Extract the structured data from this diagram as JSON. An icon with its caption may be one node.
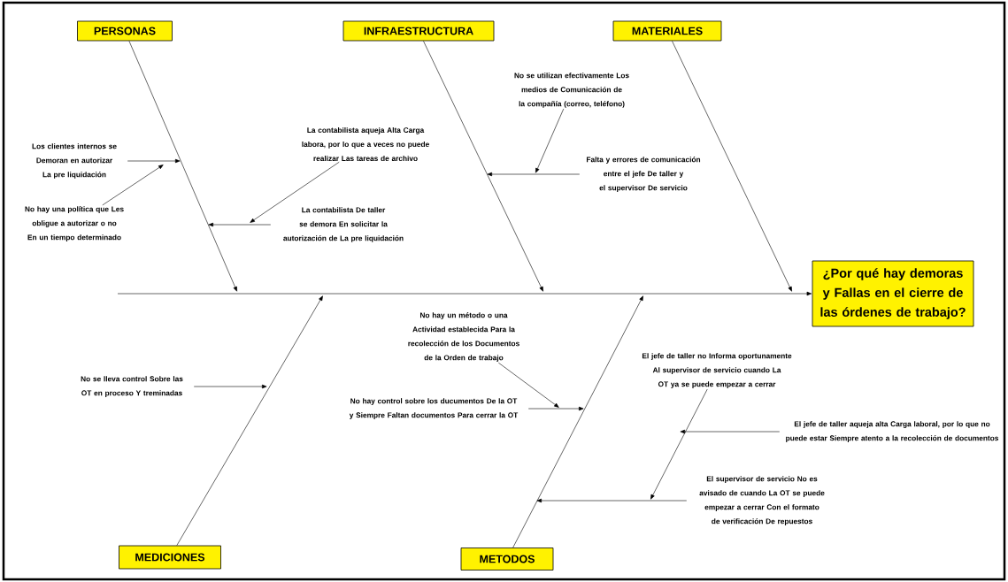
{
  "diagram": {
    "nodes": [
      {
        "text": [
          "PERSONAS"
        ]
      },
      {
        "text": [
          "INFRAESTRUCTURA"
        ]
      },
      {
        "text": [
          "MATERIALES"
        ]
      },
      {
        "text": [
          "MEDICIONES"
        ]
      },
      {
        "text": [
          "METODOS"
        ]
      },
      {
        "text": [
          "¿Por qué hay demoras y Fallas en el cierre de las órdenes de trabajo?"
        ]
      },
      {
        "text": [
          "Los clientes internos se Demoran en autorizar La pre liquidación"
        ]
      },
      {
        "text": [
          "No hay una política que Les obligue a autorizar o no En un tiempo determinado"
        ]
      },
      {
        "text": [
          "La contabilista aqueja Alta Carga labora, por lo que a veces no puede realizar Las tareas de archivo"
        ]
      },
      {
        "text": [
          "La contabilista De taller se demora En solicitar la autorización de La pre liquidación"
        ]
      },
      {
        "text": [
          "No se utilizan efectivamente Los medios de Comunicación de la compañía (correo, teléfono)"
        ]
      },
      {
        "text": [
          "Falta y errores de comunicación entre el jefe De taller y el supervisor De servicio"
        ]
      },
      {
        "text": [
          "No se lleva control Sobre las OT en proceso Y treminadas"
        ]
      },
      {
        "text": [
          "No hay un método o una Actividad establecida Para la recolección de los Documentos de la Orden de trabajo"
        ]
      },
      {
        "text": [
          "No hay control sobre los ducumentos De la OT y Siempre Faltan documentos Para cerrar la OT"
        ]
      },
      {
        "text": [
          "El jefe de taller no Informa oportunamente Al supervisor de servicio cuando La OT ya se puede empezar a cerrar"
        ]
      },
      {
        "text": [
          "El jefe de taller aqueja alta Carga laboral, por lo que no puede estar Siempre atento a la recolección de documentos"
        ]
      },
      {
        "text": [
          "El supervisor de servicio No es avisado de cuando La OT se puede empezar a cerrar Con el formato de verificación De repuestos"
        ]
      }
    ],
    "edges": [
      {
        "from": null,
        "to": 5,
        "arrow": "to"
      },
      {
        "from": 0,
        "to": null,
        "arrow": "to"
      },
      {
        "from": 1,
        "to": null,
        "arrow": "to"
      },
      {
        "from": 2,
        "to": null,
        "arrow": "to"
      },
      {
        "from": 3,
        "to": null,
        "arrow": "to"
      },
      {
        "from": 4,
        "to": null,
        "arrow": "to"
      },
      {
        "from": 6,
        "to": null,
        "arrow": "to"
      },
      {
        "from": 7,
        "to": null,
        "arrow": "to"
      },
      {
        "from": 8,
        "to": null,
        "arrow": "to"
      },
      {
        "from": 9,
        "to": null,
        "arrow": "to"
      },
      {
        "from": 10,
        "to": null,
        "arrow": "to"
      },
      {
        "from": 11,
        "to": null,
        "arrow": "to"
      },
      {
        "from": 12,
        "to": null,
        "arrow": "to"
      },
      {
        "from": 13,
        "to": null,
        "arrow": "to"
      },
      {
        "from": 14,
        "to": null,
        "arrow": "to"
      },
      {
        "from": 15,
        "to": null,
        "arrow": "to"
      },
      {
        "from": 16,
        "to": null,
        "arrow": "to"
      },
      {
        "from": 17,
        "to": null,
        "arrow": "to"
      }
    ]
  }
}
